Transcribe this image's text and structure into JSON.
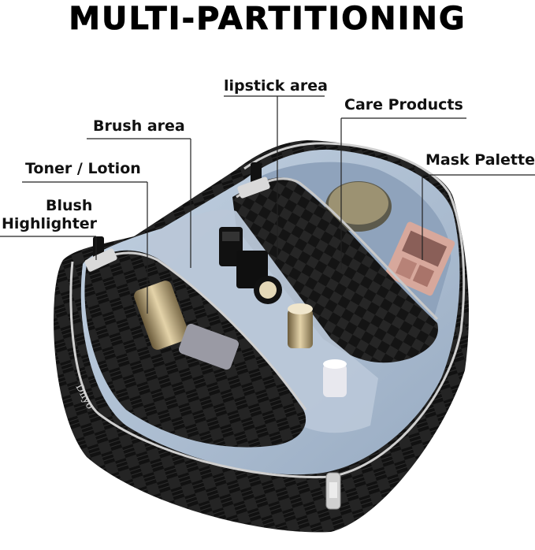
{
  "title": "MULTI-PARTITIONING",
  "labels": {
    "lipstick": "lipstick area",
    "care": "Care Products",
    "brush": "Brush area",
    "mask": "Mask Palette",
    "toner": "Toner / Lotion",
    "blush": "Blush",
    "highlighter": "Highlighter"
  },
  "brand_mark": "Dnyo",
  "colors": {
    "bag_black": "#1c1c1c",
    "lining_blue": "#aec1d6",
    "zipper": "#c9c9c9"
  }
}
